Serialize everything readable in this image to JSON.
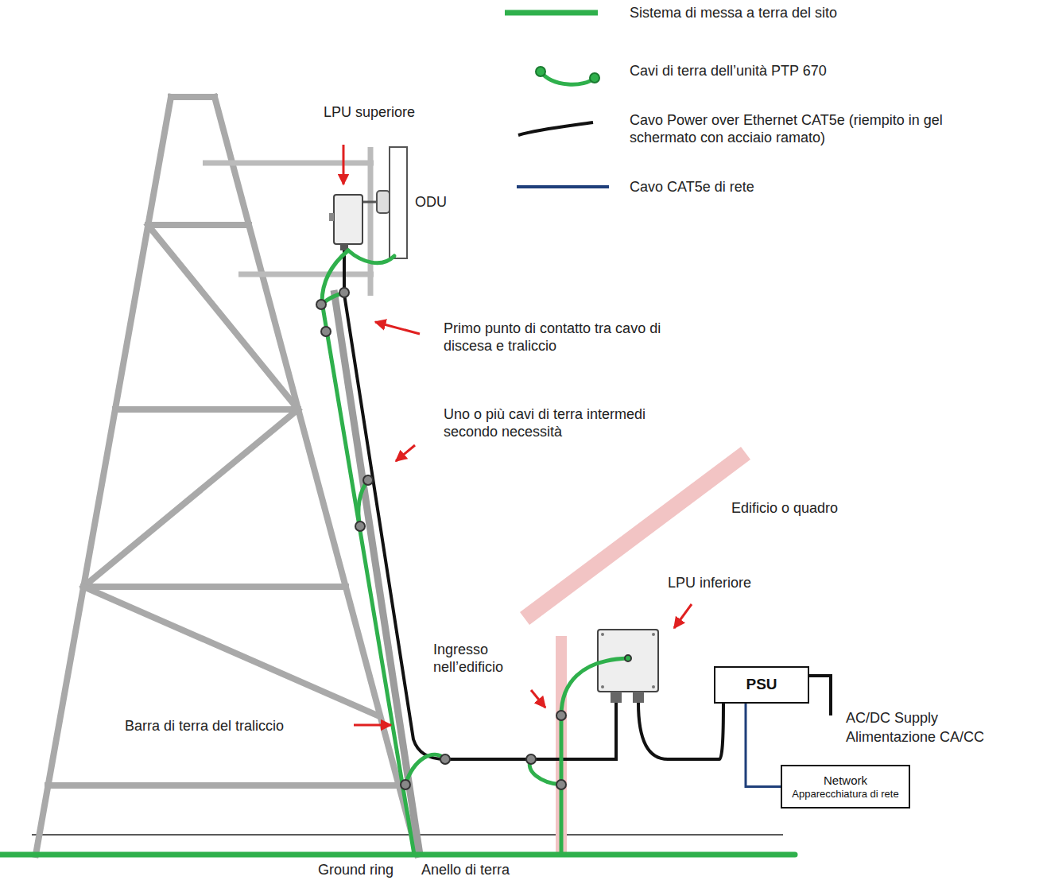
{
  "diagram": {
    "nodes": [
      {
        "text": [
          "PSU"
        ]
      },
      {
        "text": [
          "Network",
          "Apparecchiatura di rete"
        ]
      }
    ],
    "edges": [
      {
        "from": 0,
        "to": 1,
        "arrow": "none"
      }
    ],
    "labels": [
      "LPU superiore",
      "ODU",
      "Primo punto di contatto tra cavo di discesa e traliccio",
      "Uno o più cavi di terra intermedi secondo necessità",
      "Edificio o quadro",
      "LPU inferiore",
      "Ingresso nell’edificio",
      "Barra di terra del traliccio",
      "AC/DC Supply",
      "Alimentazione CA/CC",
      "Ground ring",
      "Anello di terra"
    ],
    "legend": [
      {
        "text": "Sistema di messa a terra del sito"
      },
      {
        "text": "Cavi di terra dell’unità PTP 670"
      },
      {
        "text": "Cavo Power over Ethernet CAT5e (riempito in gel schermato con acciaio ramato)"
      },
      {
        "text": "Cavo CAT5e di rete"
      }
    ]
  }
}
